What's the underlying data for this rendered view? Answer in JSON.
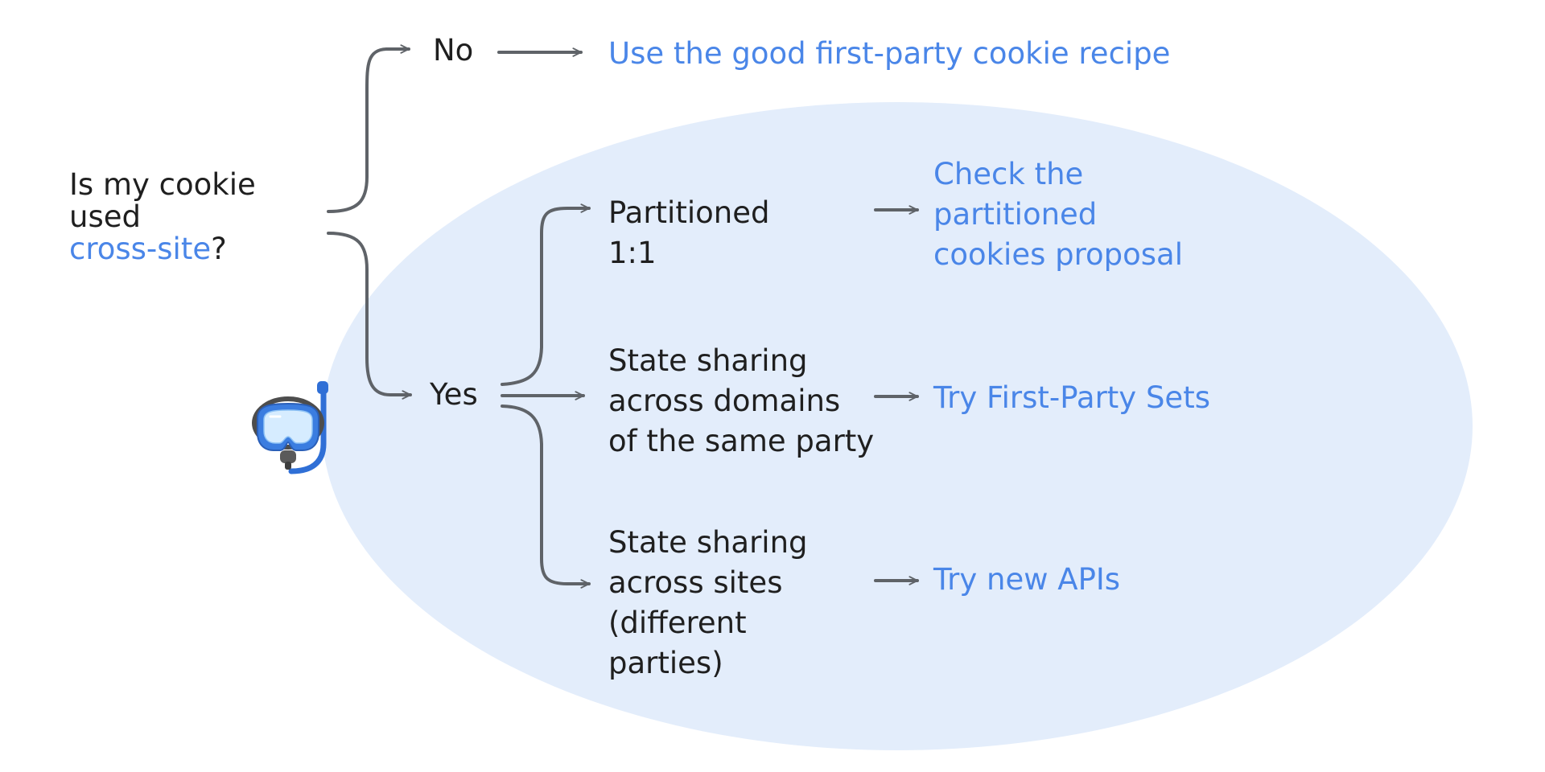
{
  "question": {
    "line1": "Is my cookie",
    "line2": "used",
    "link": "cross-site",
    "suffix": "?"
  },
  "branches": {
    "no": "No",
    "yes": "Yes"
  },
  "outcomes": {
    "no_result": "Use the good first-party cookie recipe",
    "partitioned": {
      "line1": "Partitioned",
      "line2": "1:1"
    },
    "same_party": {
      "line1": "State sharing",
      "line2": "across domains",
      "line3": "of the same party"
    },
    "different_parties": {
      "line1": "State sharing",
      "line2": "across sites",
      "line3": "(different",
      "line4": "parties)"
    }
  },
  "actions": {
    "partitioned": {
      "line1": "Check the",
      "line2": "partitioned",
      "line3": "cookies proposal"
    },
    "same_party": "Try First-Party Sets",
    "different_parties": "Try new APIs"
  },
  "icon": {
    "snorkel": "snorkel-mask-icon"
  },
  "colors": {
    "ellipse_fill": "#e3edfb",
    "link_text": "#4a86e8",
    "body_text": "#1f1f1f",
    "arrow": "#5f6368",
    "mask_blue": "#3b7de0"
  }
}
